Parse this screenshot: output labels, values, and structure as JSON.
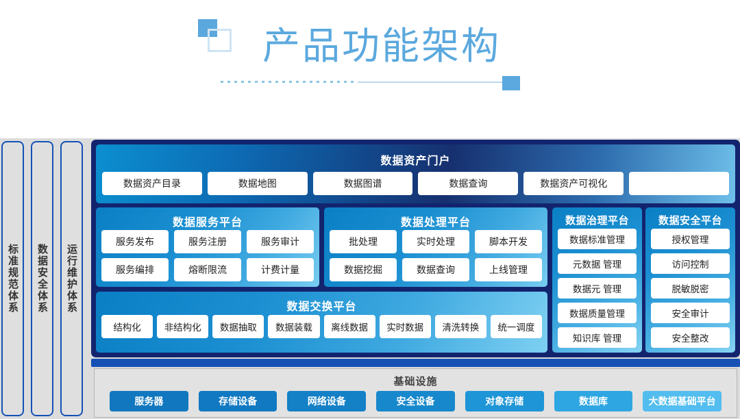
{
  "header": {
    "title": "产品功能架构",
    "accent_color": "#5ba9de",
    "decor": {
      "filled_square": "filled-square",
      "outline_square": "outline-square",
      "divider": "dotted-divider",
      "divider_end": "divider-end-square"
    }
  },
  "pillars": [
    {
      "label": "标准规范体系"
    },
    {
      "label": "数据安全体系"
    },
    {
      "label": "运行维护体系"
    }
  ],
  "portal": {
    "title": "数据资产门户",
    "items": [
      "数据资产目录",
      "数据地图",
      "数据图谱",
      "数据查询",
      "数据资产可视化",
      ""
    ]
  },
  "platforms": [
    {
      "title": "数据服务平台",
      "rows": [
        [
          "服务发布",
          "服务注册",
          "服务审计"
        ],
        [
          "服务编排",
          "熔断限流",
          "计费计量"
        ]
      ]
    },
    {
      "title": "数据处理平台",
      "rows": [
        [
          "批处理",
          "实时处理",
          "脚本开发"
        ],
        [
          "数据挖掘",
          "数据查询",
          "上线管理"
        ]
      ]
    }
  ],
  "exchange": {
    "title": "数据交换平台",
    "items": [
      "结构化",
      "非结构化",
      "数据抽取",
      "数据装载",
      "离线数据",
      "实时数据",
      "清洗转换",
      "统一调度"
    ]
  },
  "governance": {
    "title": "数据治理平台",
    "items": [
      "数据标准管理",
      "元数据 管理",
      "数据元 管理",
      "数据质量管理",
      "知识库 管理"
    ]
  },
  "security": {
    "title": "数据安全平台",
    "items": [
      "授权管理",
      "访问控制",
      "脱敏脱密",
      "安全审计",
      "安全整改"
    ]
  },
  "infrastructure": {
    "title": "基础设施",
    "items": [
      {
        "label": "服务器",
        "color": "#1177bf"
      },
      {
        "label": "存储设备",
        "color": "#1179c1"
      },
      {
        "label": "网络设备",
        "color": "#1480c6"
      },
      {
        "label": "安全设备",
        "color": "#1888cc"
      },
      {
        "label": "对象存储",
        "color": "#1e95d6"
      },
      {
        "label": "数据库",
        "color": "#2ea6e2"
      },
      {
        "label": "大数据基础平台",
        "color": "#52bdee"
      }
    ]
  }
}
